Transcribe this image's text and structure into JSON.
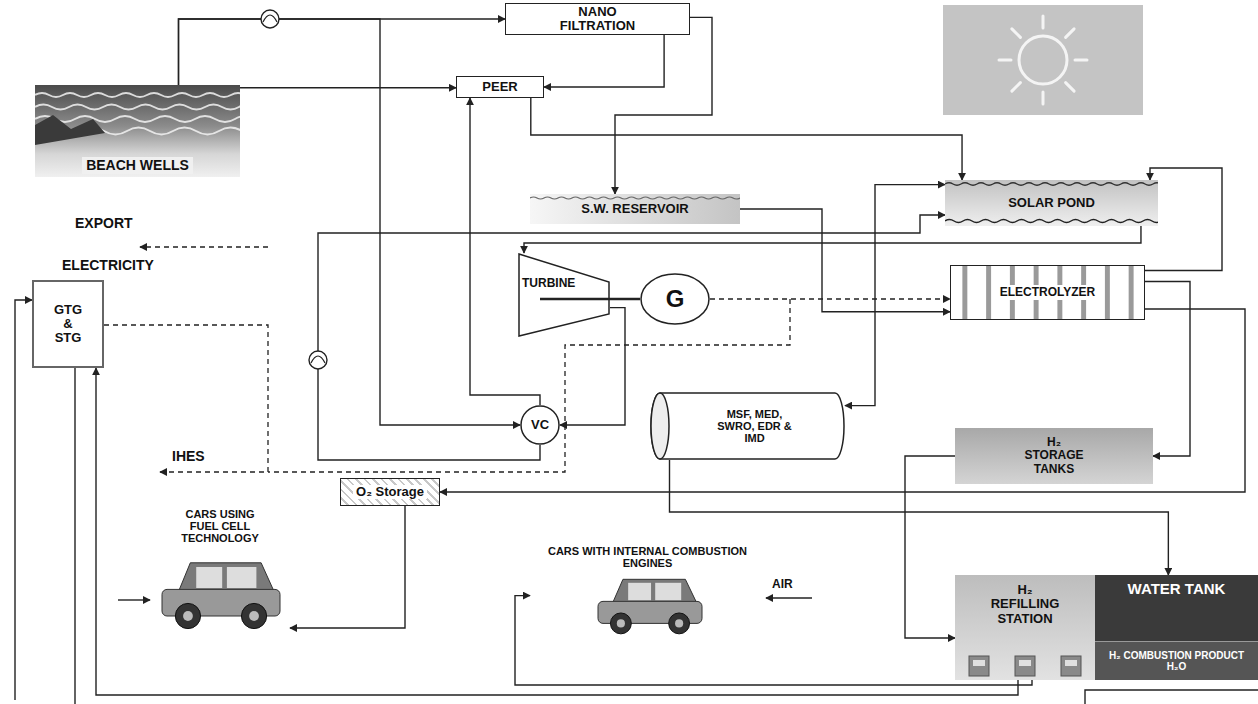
{
  "diagram": {
    "nodes": [
      {
        "text": [
          "NANO FILTRATION"
        ]
      },
      {
        "text": [
          "BEACH WELLS"
        ]
      },
      {
        "text": [
          "PEER"
        ]
      },
      {
        "text": [
          "S.W. RESERVOIR"
        ]
      },
      {
        "text": [
          "SOLAR POND"
        ]
      },
      {
        "text": [
          "GTG & STG"
        ]
      },
      {
        "text": [
          "TURBINE"
        ]
      },
      {
        "text": [
          "G"
        ]
      },
      {
        "text": [
          "ELECTROLYZER"
        ]
      },
      {
        "text": [
          "VC"
        ]
      },
      {
        "text": [
          "MSF, MED, SWRO, EDR & IMD"
        ]
      },
      {
        "text": [
          "H₂ STORAGE TANKS"
        ]
      },
      {
        "text": [
          "O₂ Storage"
        ]
      },
      {
        "text": [
          "CARS USING FUEL CELL TECHNOLOGY"
        ]
      },
      {
        "text": [
          "CARS WITH INTERNAL COMBUSTION ENGINES"
        ]
      },
      {
        "text": [
          "H₂ REFILLING STATION"
        ]
      },
      {
        "text": [
          "WATER TANK",
          "H₂ COMBUSTION PRODUCT H₂O"
        ]
      }
    ],
    "edges": [
      {
        "from": 1,
        "to": 0,
        "arrow": "to"
      },
      {
        "from": 1,
        "to": 2,
        "arrow": "to"
      },
      {
        "from": 1,
        "to": 9,
        "arrow": "to"
      },
      {
        "from": 0,
        "to": 2,
        "arrow": "to"
      },
      {
        "from": 0,
        "to": 3,
        "arrow": "to"
      },
      {
        "from": 2,
        "to": 4,
        "arrow": "to"
      },
      {
        "from": 3,
        "to": 8,
        "arrow": "to"
      },
      {
        "from": 10,
        "to": 4,
        "arrow": "both"
      },
      {
        "from": 4,
        "to": 6,
        "arrow": "to"
      },
      {
        "from": 6,
        "to": 9,
        "arrow": "to"
      },
      {
        "from": 9,
        "to": 2,
        "arrow": "to"
      },
      {
        "from": 9,
        "to": 4,
        "arrow": "to"
      },
      {
        "from": 7,
        "to": 8,
        "arrow": "to"
      },
      {
        "from": 8,
        "to": 11,
        "arrow": "to"
      },
      {
        "from": 8,
        "to": 4,
        "arrow": "to"
      },
      {
        "from": 8,
        "to": 12,
        "arrow": "to"
      },
      {
        "from": 10,
        "to": 16,
        "arrow": "to"
      },
      {
        "from": 11,
        "to": 15,
        "arrow": "to"
      },
      {
        "from": 12,
        "to": 13,
        "arrow": "to"
      },
      {
        "from": 15,
        "to": 14,
        "arrow": "to"
      },
      {
        "from": 15,
        "to": 5,
        "arrow": "to"
      }
    ],
    "labels": [
      "EXPORT",
      "ELECTRICITY",
      "IHES",
      "AIR"
    ]
  }
}
